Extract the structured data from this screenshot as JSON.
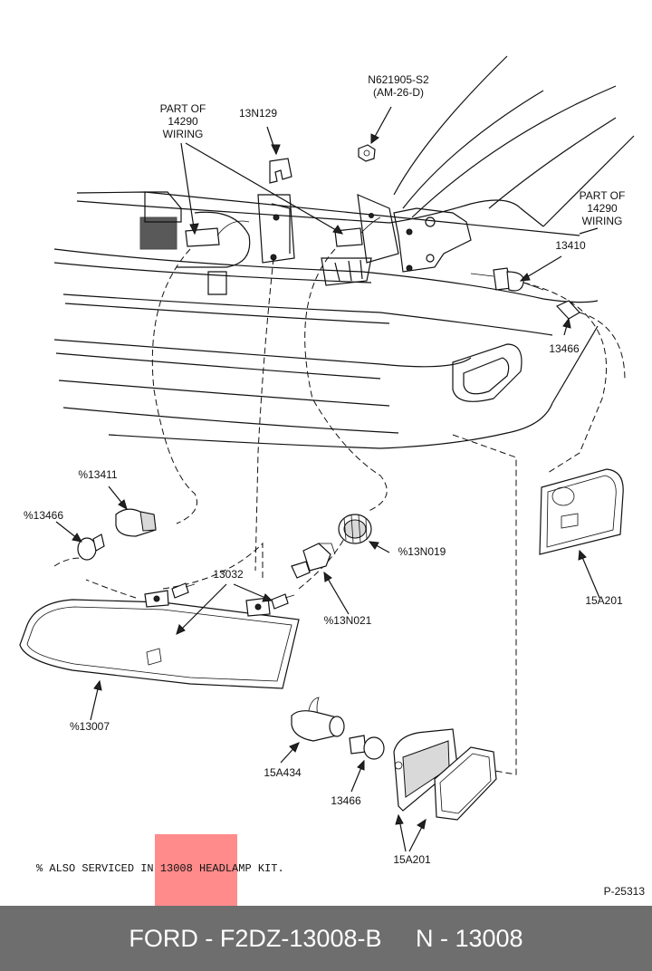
{
  "labels": {
    "part_of_wiring_left": [
      "PART OF",
      "14290",
      "WIRING"
    ],
    "clip": "13N129",
    "nut": [
      "N621905-S2",
      "(AM-26-D)"
    ],
    "part_of_wiring_right": [
      "PART OF",
      "14290",
      "WIRING"
    ],
    "socket_13410": "13410",
    "bulb_13466_top": "13466",
    "socket_13411": "%13411",
    "bulb_13466_left": "%13466",
    "screws_13032": "13032",
    "retainer_13N019": "%13N019",
    "bulb_13N021": "%13N021",
    "headlamp_13007": "%13007",
    "socket_15A434": "15A434",
    "bulb_13466_bottom": "13466",
    "lamp_15A201_bottom": "15A201",
    "lamp_15A201_right": "15A201"
  },
  "footnote": "% ALSO SERVICED IN 13008 HEADLAMP KIT.",
  "drawing_id": "P-25313",
  "footer": "FORD - F2DZ-13008-B     N - 13008"
}
